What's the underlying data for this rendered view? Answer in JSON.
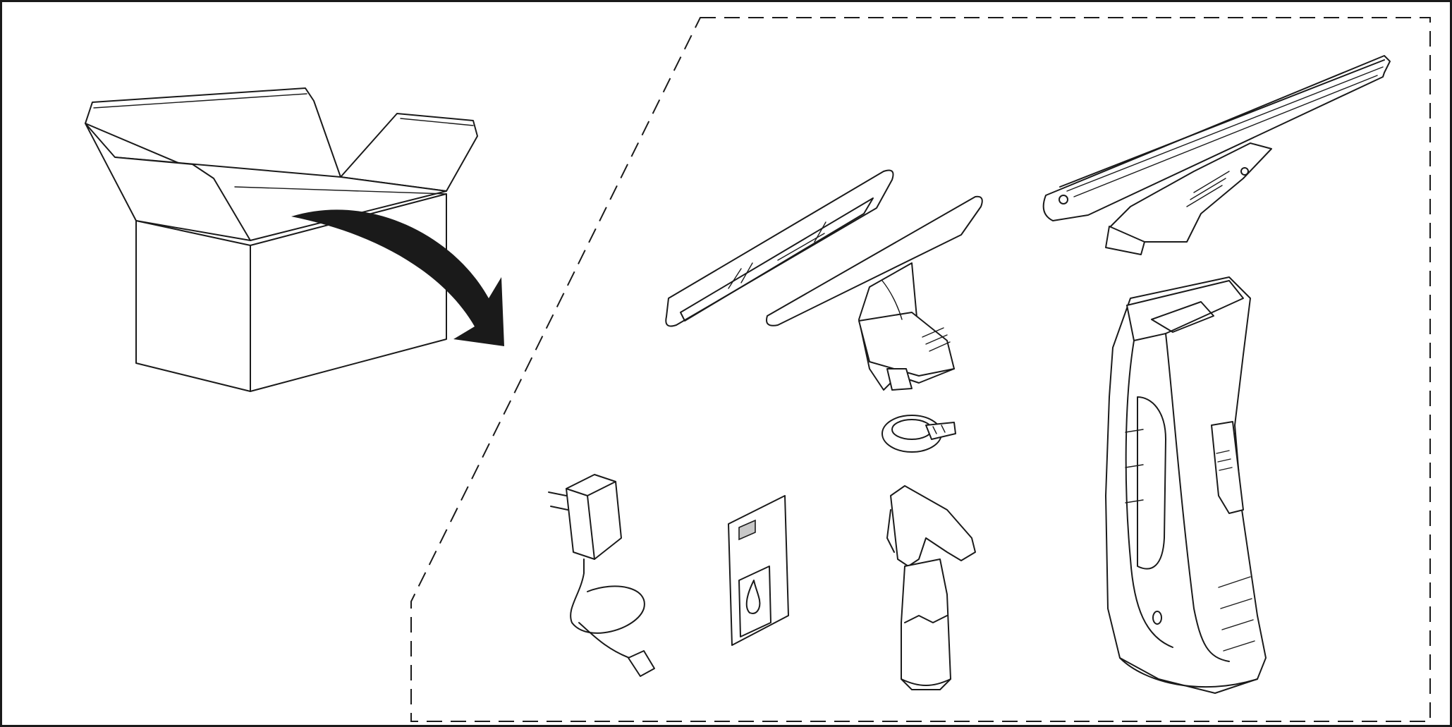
{
  "figure": {
    "kind": "unboxing / package contents illustration",
    "items": [
      {
        "name": "box"
      },
      {
        "name": "arrow"
      },
      {
        "name": "microfibre-cloth-pad"
      },
      {
        "name": "wiper-head-small"
      },
      {
        "name": "wiper-head-large"
      },
      {
        "name": "handheld-unit"
      },
      {
        "name": "tank-cap"
      },
      {
        "name": "power-charger"
      },
      {
        "name": "manual-leaflet"
      },
      {
        "name": "spray-bottle"
      }
    ],
    "colors": {
      "line": "#1a1a1a",
      "background": "#ffffff",
      "fill_grey": "#c8c8c8"
    }
  }
}
